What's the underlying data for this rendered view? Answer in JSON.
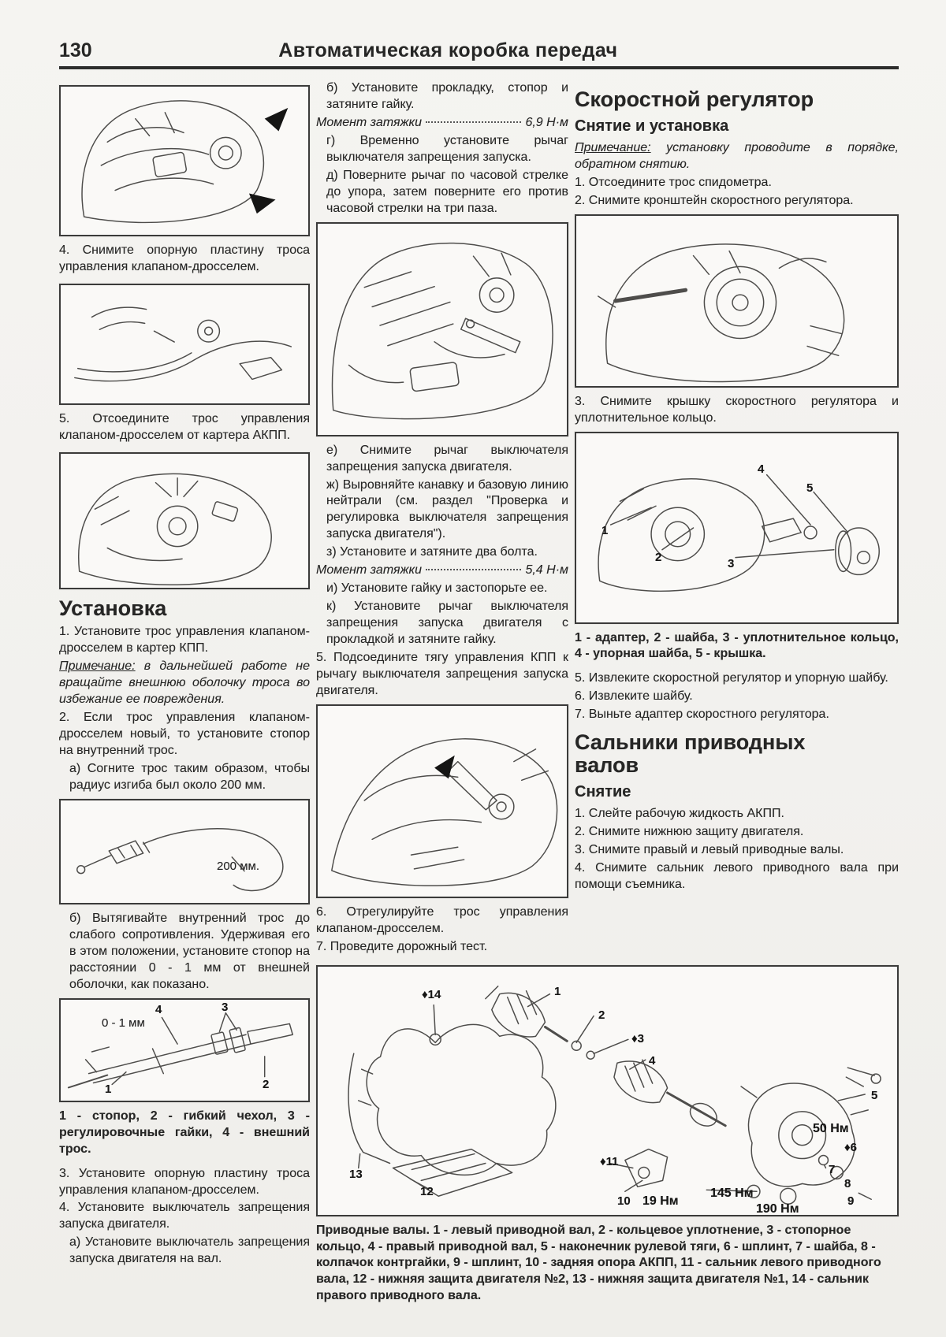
{
  "header": {
    "page_number": "130",
    "title": "Автоматическая коробка передач"
  },
  "left": {
    "fig4_caption": "4. Снимите опорную пластину троса управления клапаном-дросселем.",
    "fig5_caption": "5. Отсоедините трос управления клапаном-дросселем от картера АКПП.",
    "install": {
      "heading": "Установка",
      "p1": "1. Установите трос управления клапаном-дросселем в картер КПП.",
      "note_label": "Примечание:",
      "note_body": " в дальнейшей работе не вращайте внешнюю оболочку троса во избежание ее повреждения.",
      "p2": "2. Если трос управления клапаном-дросселем новый, то установите стопор на внутренний трос.",
      "p2a": "а) Согните трос таким образом, чтобы радиус изгиба был около 200 мм.",
      "fig_200mm_label": "200 мм.",
      "p2b": "б) Вытягивайте внутренний трос до слабого сопротивления. Удерживая его в этом положении, установите стопор на расстоянии 0 - 1 мм от внешней оболочки, как показано.",
      "stopper_fig": {
        "dim_label": "0 - 1 мм",
        "callouts": [
          "1",
          "2",
          "3",
          "4"
        ]
      },
      "stopper_caption": "1 - стопор, 2 - гибкий чехол, 3 - регулировочные гайки, 4 - внешний трос.",
      "p3": "3. Установите опорную пластину троса управления клапаном-дросселем.",
      "p4": "4. Установите выключатель запрещения запуска двигателя.",
      "p4a": "а) Установите выключатель запрещения запуска двигателя на вал."
    }
  },
  "middle": {
    "p_b": "б) Установите прокладку, стопор и затяните гайку.",
    "torque1": {
      "label": "Момент затяжки",
      "value": "6,9 Н·м"
    },
    "p_g": "г) Временно установите рычаг выключателя запрещения запуска.",
    "p_d": "д) Поверните рычаг по часовой стрелке до упора, затем поверните его против часовой стрелки на три паза.",
    "p_e": "е) Снимите рычаг выключателя запрещения запуска двигателя.",
    "p_zh": "ж) Выровняйте канавку и базовую линию нейтрали (см. раздел \"Проверка и регулировка выключателя запрещения запуска двигателя\").",
    "p_z": "з) Установите и затяните два болта.",
    "torque2": {
      "label": "Момент затяжки",
      "value": "5,4 Н·м"
    },
    "p_i": "и) Установите гайку и застопорьте ее.",
    "p_k": "к) Установите рычаг выключателя запрещения запуска двигателя с прокладкой и затяните гайку.",
    "p5": "5. Подсоедините тягу управления КПП к рычагу выключателя запрещения запуска двигателя.",
    "p6": "6. Отрегулируйте трос управления клапаном-дросселем.",
    "p7": "7. Проведите дорожный тест."
  },
  "right": {
    "speed_governor": {
      "heading": "Скоростной регулятор",
      "subheading": "Снятие и установка",
      "note_label": "Примечание:",
      "note_body": " установку проводите в порядке, обратном снятию.",
      "p1": "1. Отсоедините трос спидометра.",
      "p2": "2. Снимите кронштейн скоростного регулятора.",
      "p3": "3. Снимите крышку скоростного регулятора и уплотнительное кольцо.",
      "fig_callouts": [
        "1",
        "2",
        "3",
        "4",
        "5"
      ],
      "fig_caption": "1 - адаптер, 2 - шайба, 3 - уплотнительное кольцо, 4 - упорная шайба, 5 - крышка.",
      "p5": "5. Извлеките скоростной регулятор и упорную шайбу.",
      "p6": "6. Извлеките шайбу.",
      "p7": "7. Выньте адаптер скоростного регулятора."
    },
    "oil_seals": {
      "heading": "Сальники приводных валов",
      "subheading": "Снятие",
      "p1": "1. Слейте рабочую жидкость АКПП.",
      "p2": "2. Снимите нижнюю защиту двигателя.",
      "p3": "3. Снимите правый и левый приводные валы.",
      "p4": "4. Снимите сальник левого приводного вала при помощи съемника."
    }
  },
  "bottom_figure": {
    "labels": {
      "l14": "♦14",
      "l1": "1",
      "l2": "2",
      "l3": "♦3",
      "l4": "4",
      "l5": "5",
      "l50": "50 Нм",
      "l6": "♦6",
      "l7": "7",
      "l8": "8",
      "l9": "9",
      "l11": "♦11",
      "l10": "10",
      "l19": "19 Нм",
      "l145": "145 Нм",
      "l190": "190 Нм",
      "l12": "12",
      "l13": "13"
    },
    "caption": "Приводные валы. 1 - левый приводной вал, 2 - кольцевое уплотнение, 3 - стопорное кольцо, 4 - правый приводной вал, 5 - наконечник рулевой тяги, 6 - шплинт, 7 - шайба, 8 - колпачок контргайки, 9 - шплинт, 10 - задняя опора АКПП, 11 - сальник левого приводного вала, 12 - нижняя защита двигателя №2, 13 - нижняя защита двигателя №1, 14 - сальник правого приводного вала."
  }
}
